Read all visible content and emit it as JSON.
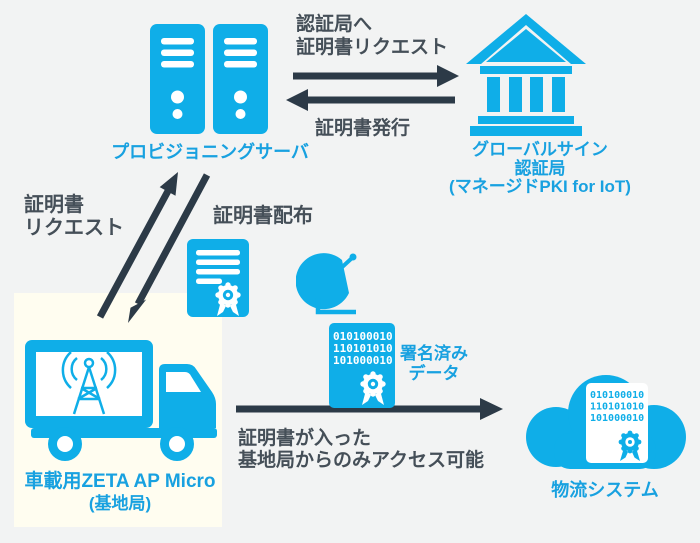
{
  "colors": {
    "accent_cyan": "#0faee8",
    "label_blue": "#18a1e0",
    "arrow_dark": "#2c3a47",
    "text_dark": "#454f58",
    "panel_cream": "#fffdf0",
    "background": "#f2f3f3"
  },
  "nodes": {
    "provisioning_server": {
      "label": "プロビジョニングサーバ"
    },
    "ca": {
      "line1": "グローバルサイン",
      "line2": "認証局",
      "line3": "(マネージドPKI for IoT)"
    },
    "truck": {
      "line1": "車載用ZETA AP Micro",
      "line2": "(基地局)"
    },
    "logistics": {
      "label": "物流システム"
    }
  },
  "flows": {
    "request_to_ca": {
      "line1": "認証局へ",
      "line2": "証明書リクエスト"
    },
    "issue_from_ca": {
      "label": "証明書発行"
    },
    "cert_request": {
      "line1": "証明書",
      "line2": "リクエスト"
    },
    "cert_distribution": {
      "label": "証明書配布"
    },
    "signed_data": {
      "line1": "署名済み",
      "line2": "データ"
    },
    "access_note": {
      "line1": "証明書が入った",
      "line2": "基地局からのみアクセス可能"
    }
  },
  "binary": {
    "line1": "010100010",
    "line2": "110101010",
    "line3": "101000010"
  },
  "icons": [
    "server-rack-icon",
    "bank-ca-icon",
    "certificate-icon",
    "satellite-dish-icon",
    "truck-base-station-icon",
    "signed-data-document-icon",
    "cloud-system-icon"
  ]
}
